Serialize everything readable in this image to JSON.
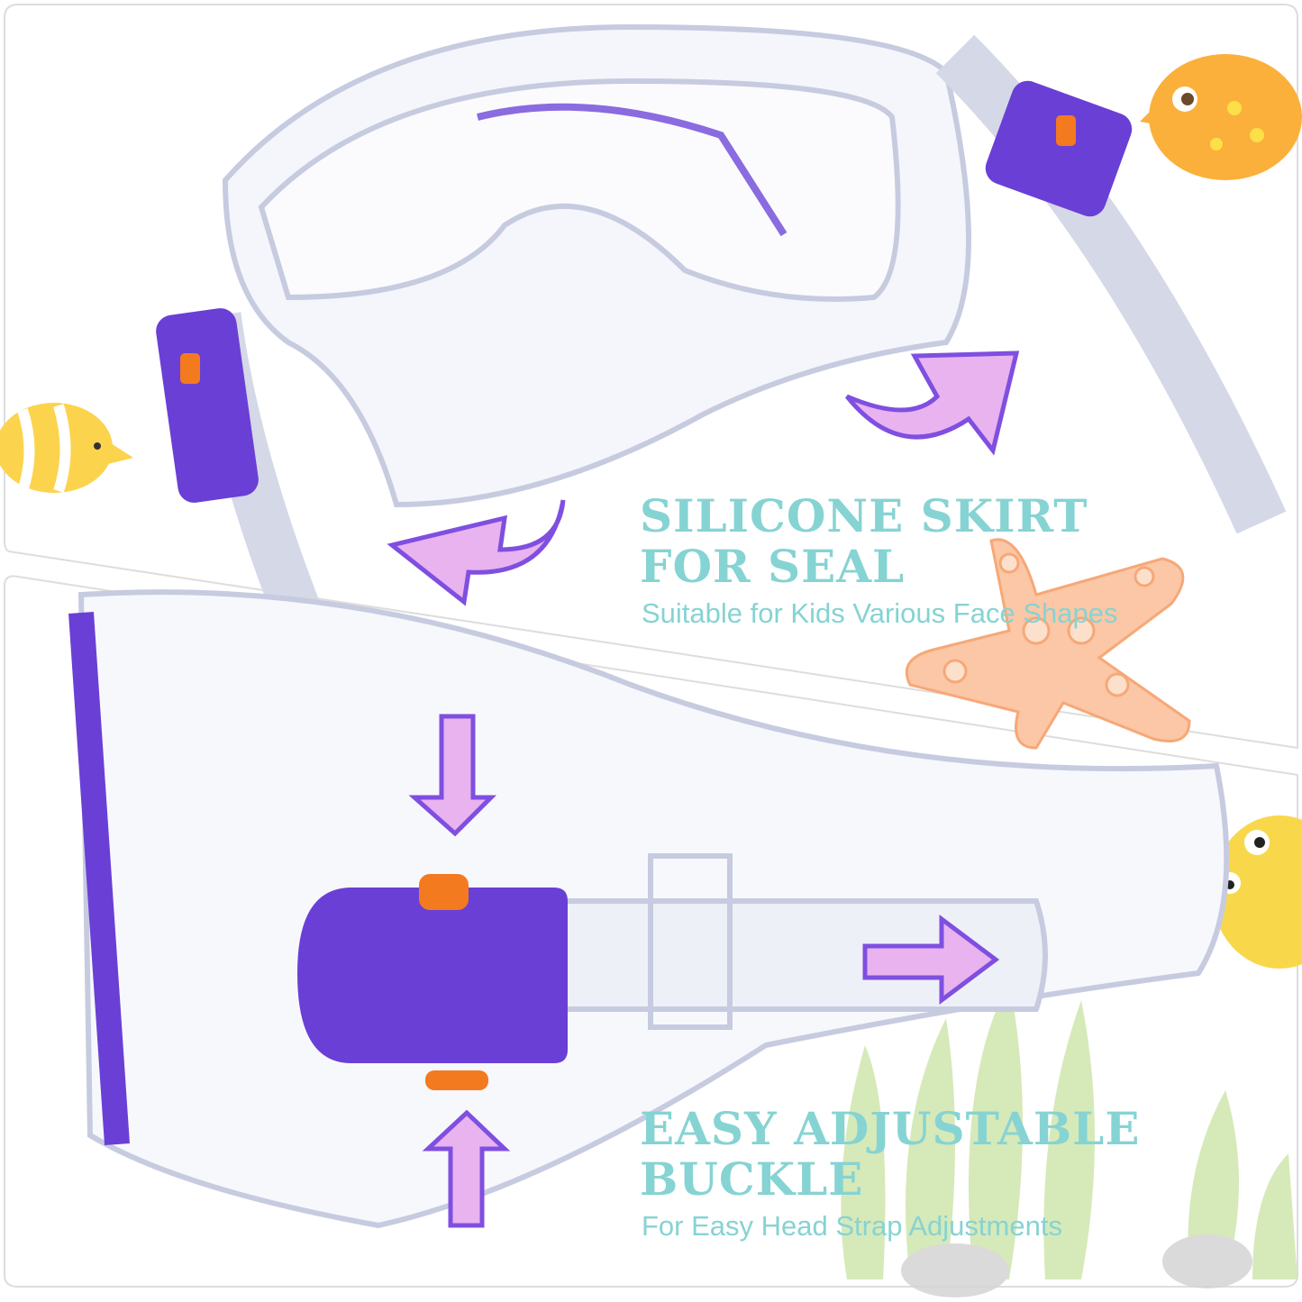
{
  "feature_1": {
    "title_line_1": "SILICONE SKIRT",
    "title_line_2": "FOR SEAL",
    "subtitle": "Suitable for Kids Various Face Shapes"
  },
  "feature_2": {
    "title_line_1": "EASY ADJUSTABLE",
    "title_line_2": "BUCKLE",
    "subtitle": "For Easy Head Strap Adjustments"
  },
  "colors": {
    "headline": "#86d3d3",
    "buckle_purple": "#6a3fd6",
    "button_orange": "#f47a1f",
    "arrow_pink": "#e9b3f0",
    "starfish": "#fbc7a6",
    "seaweed": "#c9e3a8"
  }
}
